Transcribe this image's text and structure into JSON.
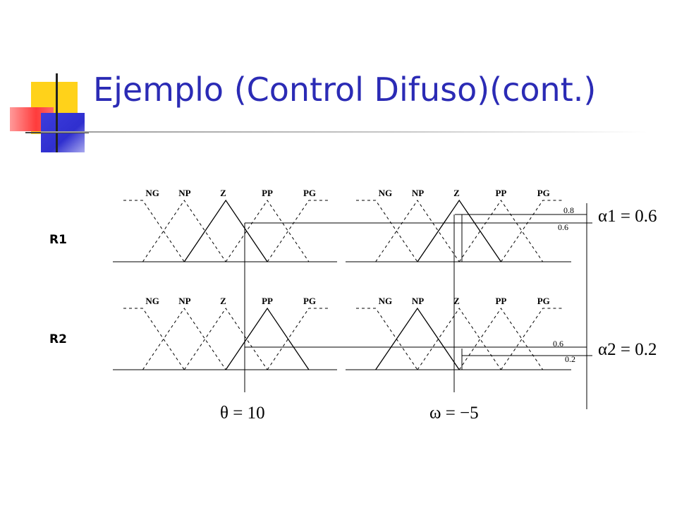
{
  "slide": {
    "title": "Ejemplo (Control Difuso)(cont.)"
  },
  "rules": [
    {
      "label": "R1",
      "alpha_eq": "α1 = 0.6"
    },
    {
      "label": "R2",
      "alpha_eq": "α2 = 0.2"
    }
  ],
  "sets": [
    "NG",
    "NP",
    "Z",
    "PP",
    "PG"
  ],
  "levels": {
    "r1_right_high": "0.8",
    "r1_right_low": "0.6",
    "r2_right_high": "0.6",
    "r2_right_low": "0.2"
  },
  "inputs": {
    "theta": "θ = 10",
    "omega": "ω = −5"
  },
  "colors": {
    "title": "#2b2bb5",
    "accent_yellow": "#ffd21a",
    "accent_red": "#ff3b3b",
    "accent_blue": "#2f2fcf",
    "line": "#000000"
  },
  "highlighted_sets": {
    "r1_theta": "Z",
    "r1_omega": "Z",
    "r2_theta": "PP",
    "r2_omega": "NP"
  }
}
